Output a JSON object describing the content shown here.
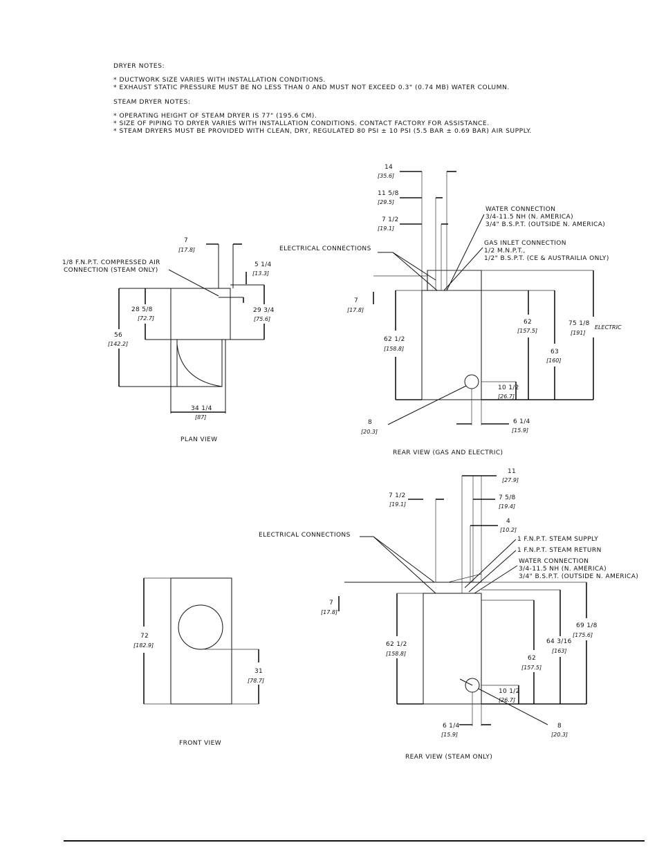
{
  "notes": {
    "dryer_header": "DRYER NOTES:",
    "dryer_items": [
      "* DUCTWORK SIZE VARIES WITH INSTALLATION CONDITIONS.",
      "* EXHAUST STATIC PRESSURE MUST BE NO LESS THAN 0 AND MUST NOT EXCEED 0.3\" (0.74 MB) WATER COLUMN."
    ],
    "steam_header": "STEAM DRYER NOTES:",
    "steam_items": [
      "* OPERATING HEIGHT OF STEAM DRYER IS 77\" (195.6 CM).",
      "* SIZE OF PIPING TO DRYER VARIES WITH INSTALLATION CONDITIONS.  CONTACT FACTORY FOR ASSISTANCE.",
      "* STEAM DRYERS MUST BE PROVIDED WITH CLEAN, DRY, REGULATED 80 PSI ± 10 PSI (5.5 BAR ± 0.69 BAR) AIR SUPPLY."
    ]
  },
  "plan_view": {
    "title": "PLAN VIEW",
    "compressed_air_1": "1/8 F.N.P.T. COMPRESSED AIR",
    "compressed_air_2": "CONNECTION (STEAM ONLY)",
    "d7": "7",
    "d7m": "[17.8]",
    "d5_14": "5 1/4",
    "d5_14m": "[13.3]",
    "d28_58": "28 5/8",
    "d28_58m": "[72.7]",
    "d29_34": "29 3/4",
    "d29_34m": "[75.6]",
    "d56": "56",
    "d56m": "[142.2]",
    "d34_14": "34 1/4",
    "d34_14m": "[87]"
  },
  "rear_gas": {
    "title": "REAR VIEW (GAS AND ELECTRIC)",
    "electrical": "ELECTRICAL CONNECTIONS",
    "water_1": "WATER CONNECTION",
    "water_2": "3/4-11.5 NH (N. AMERICA)",
    "water_3": "3/4\" B.S.P.T. (OUTSIDE N. AMERICA)",
    "gas_1": "GAS INLET CONNECTION",
    "gas_2": "1/2 M.N.P.T.,",
    "gas_3": "1/2\" B.S.P.T. (CE & AUSTRAILIA ONLY)",
    "electric": "ELECTRIC",
    "d14": "14",
    "d14m": "[35.6]",
    "d11_58": "11 5/8",
    "d11_58m": "[29.5]",
    "d7_12": "7 1/2",
    "d7_12m": "[19.1]",
    "d7": "7",
    "d7m": "[17.8]",
    "d62_12": "62 1/2",
    "d62_12m": "[158.8]",
    "d62": "62",
    "d62m": "[157.5]",
    "d63": "63",
    "d63m": "[160]",
    "d75_18": "75 1/8",
    "d75_18m": "[191]",
    "d10_12": "10 1/2",
    "d10_12m": "[26.7]",
    "d6_14": "6 1/4",
    "d6_14m": "[15.9]",
    "d8": "8",
    "d8m": "[20.3]"
  },
  "front_view": {
    "title": "FRONT VIEW",
    "d72": "72",
    "d72m": "[182.9]",
    "d31": "31",
    "d31m": "[78.7]"
  },
  "rear_steam": {
    "title": "REAR VIEW (STEAM ONLY)",
    "electrical": "ELECTRICAL CONNECTIONS",
    "supply": "1 F.N.P.T. STEAM SUPPLY",
    "return": "1 F.N.P.T. STEAM RETURN",
    "water_1": "WATER CONNECTION",
    "water_2": "3/4-11.5 NH (N. AMERICA)",
    "water_3": "3/4\" B.S.P.T. (OUTSIDE N. AMERICA)",
    "d11": "11",
    "d11m": "[27.9]",
    "d7_12": "7 1/2",
    "d7_12m": "[19.1]",
    "d7_58": "7 5/8",
    "d7_58m": "[19.4]",
    "d4": "4",
    "d4m": "[10.2]",
    "d7": "7",
    "d7m": "[17.8]",
    "d62_12": "62 1/2",
    "d62_12m": "[158.8]",
    "d62": "62",
    "d62m": "[157.5]",
    "d64_316": "64 3/16",
    "d64_316m": "[163]",
    "d69_18": "69 1/8",
    "d69_18m": "[175.6]",
    "d10_12": "10 1/2",
    "d10_12m": "[26.7]",
    "d6_14": "6 1/4",
    "d6_14m": "[15.9]",
    "d8": "8",
    "d8m": "[20.3]"
  }
}
